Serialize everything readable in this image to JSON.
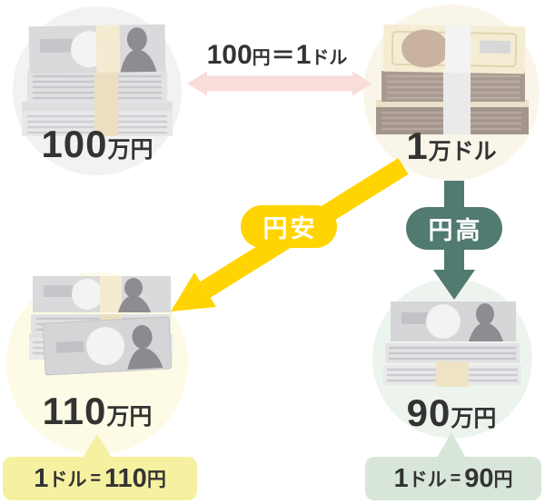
{
  "diagram": {
    "rate_top": {
      "num1": "100",
      "unit1": "円",
      "eq": "＝",
      "num2": "1",
      "unit2": "ドル"
    },
    "top_left": {
      "num": "100",
      "unit": "万円"
    },
    "top_right": {
      "num": "1",
      "unit": "万ドル"
    },
    "badge_depreciation": "円安",
    "badge_appreciation": "円高",
    "bottom_left": {
      "num": "110",
      "unit": "万円",
      "rate": {
        "num1": "1",
        "unit1": "ドル",
        "eq": "=",
        "num2": "110",
        "unit2": "円"
      }
    },
    "bottom_right": {
      "num": "90",
      "unit": "万円",
      "rate": {
        "num1": "1",
        "unit1": "ドル",
        "eq": "=",
        "num2": "90",
        "unit2": "円"
      }
    }
  },
  "colors": {
    "accent_yellow": "#FFD400",
    "accent_teal": "#517A70",
    "pink_arrow": "#F8DDDB",
    "circle_gray": "#F2F2F2",
    "circle_cream": "#FAF5E9",
    "circle_pale_yellow": "#FDFBE6",
    "circle_pale_green": "#EDF4EE",
    "label_box_yellow": "#F6F1A1",
    "label_box_green": "#D8E6DA",
    "text_dark": "#333333"
  }
}
